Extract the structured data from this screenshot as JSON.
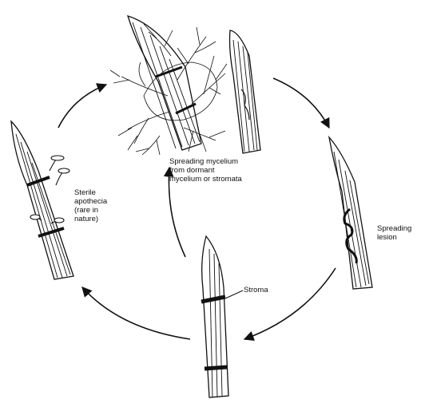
{
  "labels": {
    "mycelium": [
      "Spreading mycelium",
      "from dormant",
      "mycelium or stromata"
    ],
    "apothecia": [
      "Sterile",
      "apothecia",
      "(rare in",
      "nature)"
    ],
    "lesion": [
      "Spreading",
      "lesion"
    ],
    "stroma": "Stroma"
  },
  "colors": {
    "ink": "#111111",
    "background": "#ffffff"
  }
}
